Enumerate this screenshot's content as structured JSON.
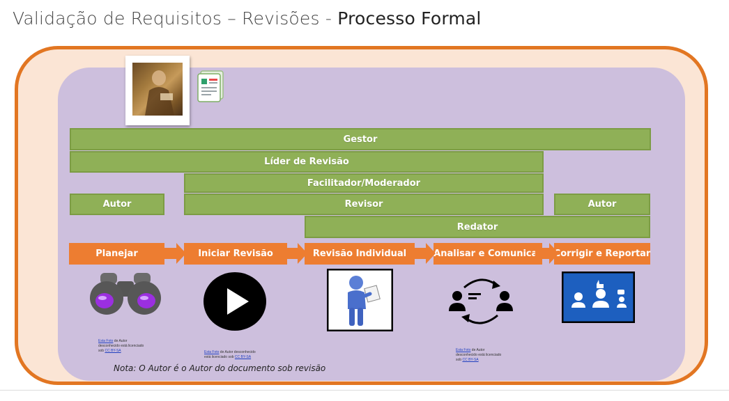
{
  "title": {
    "part1": "Validação de Requisitos – Revisões - ",
    "part2": "Processo Formal"
  },
  "roles": {
    "gestor": "Gestor",
    "lider": "Líder de Revisão",
    "facilitador": "Facilitador/Moderador",
    "autor_left": "Autor",
    "revisor": "Revisor",
    "autor_right": "Autor",
    "redator": "Redator"
  },
  "colors": {
    "orange": "#ed7d31",
    "green": "#8fb057",
    "lavender": "#cdbfdd",
    "peach": "#fbe5d5",
    "border_orange": "#e27622"
  },
  "steps": [
    {
      "label": "Planejar",
      "icon": "binoculars-icon"
    },
    {
      "label": "Iniciar Revisão",
      "icon": "play-icon"
    },
    {
      "label": "Revisão Individual",
      "icon": "reading-person-icon"
    },
    {
      "label": "Analisar e Comunicar",
      "icon": "exchange-icon"
    },
    {
      "label": "Corrigir e Reportar",
      "icon": "team-report-icon"
    }
  ],
  "credits": {
    "c1": {
      "link": "Esta Foto",
      "text1": " de Autor",
      "text2": "desconhecido está licenciado",
      "text3": "sob ",
      "license": "CC BY-SA"
    },
    "c2": {
      "link": "Esta Foto",
      "text1": " de Autor desconhecido",
      "text2": "está licenciado sob ",
      "license": "CC BY-SA"
    },
    "c3": {
      "link": "Esta Foto",
      "text1": " de Autor",
      "text2": "desconhecido está licenciado",
      "text3": "sob ",
      "license": "CC BY-SA"
    }
  },
  "note": "Nota: O Autor é o Autor do documento sob revisão"
}
